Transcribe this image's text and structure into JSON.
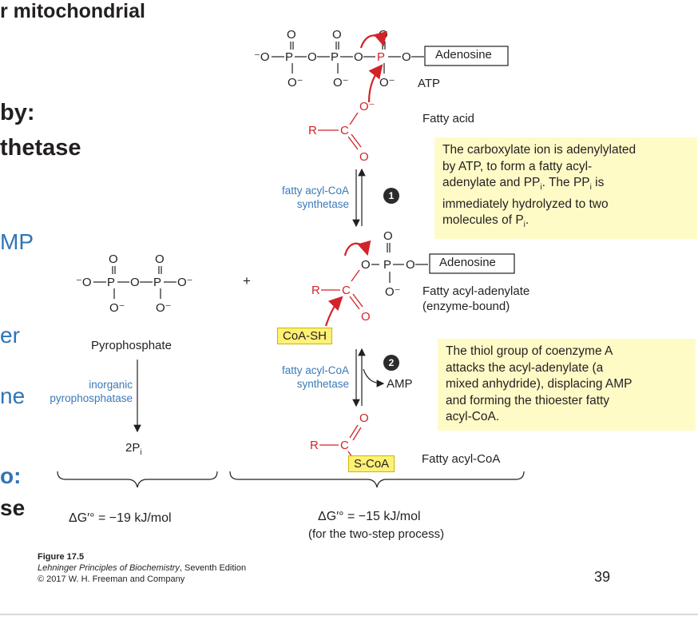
{
  "slide_left": {
    "line1": "r mitochondrial",
    "line2": "by:",
    "line3": "thetase",
    "line4": "MP",
    "line5": "er",
    "line6": "ne",
    "line7": "o:",
    "line8": "se"
  },
  "figure": {
    "atp_label": "ATP",
    "adenosine_label": "Adenosine",
    "fatty_acid_label": "Fatty acid",
    "enzyme1_line1": "fatty acyl-CoA",
    "enzyme1_line2": "synthetase",
    "step1": "1",
    "step2": "2",
    "note1_line1": "The carboxylate ion is adenylylated",
    "note1_line2": "by ATP, to form a fatty acyl-",
    "note1_line3_a": "adenylate and PP",
    "note1_line3_sub": "i",
    "note1_line3_b": ". The PP",
    "note1_line3_sub2": "i",
    "note1_line3_c": " is",
    "note1_line4": "immediately hydrolyzed to two",
    "note1_line5_a": "molecules of P",
    "note1_line5_sub": "i",
    "note1_line5_b": ".",
    "pyrophosphate_label": "Pyrophosphate",
    "plus": "+",
    "coa_sh": "CoA-SH",
    "adenylate_line1": "Fatty acyl-adenylate",
    "adenylate_line2": "(enzyme-bound)",
    "inorganic_line1": "inorganic",
    "inorganic_line2": "pyrophosphatase",
    "two_pi_a": "2P",
    "two_pi_sub": "i",
    "enzyme2_line1": "fatty acyl-CoA",
    "enzyme2_line2": "synthetase",
    "amp_label": "AMP",
    "note2_line1": "The thiol group of coenzyme A",
    "note2_line2": "attacks the acyl-adenylate (a",
    "note2_line3": "mixed anhydride), displacing AMP",
    "note2_line4": "and forming the thioester fatty",
    "note2_line5": "acyl-CoA.",
    "s_coa": "S-CoA",
    "fatty_acyl_coa_label": "Fatty acyl-CoA",
    "dg1": "ΔG′° = −19 kJ/mol",
    "dg2": "ΔG′° = −15 kJ/mol",
    "dg2_note": "(for the two-step process)",
    "caption_title": "Figure 17.5",
    "caption_book": "Lehninger Principles of Biochemistry",
    "caption_edition": ", Seventh Edition",
    "caption_copyright": "© 2017 W. H. Freeman and Company"
  },
  "page_number": "39",
  "colors": {
    "note_bg": "#fffbc7",
    "accent_red": "#d2232a",
    "enzyme_blue": "#3a7ab8",
    "slide_blue": "#2e75b6",
    "coa_box": "#fff176"
  }
}
